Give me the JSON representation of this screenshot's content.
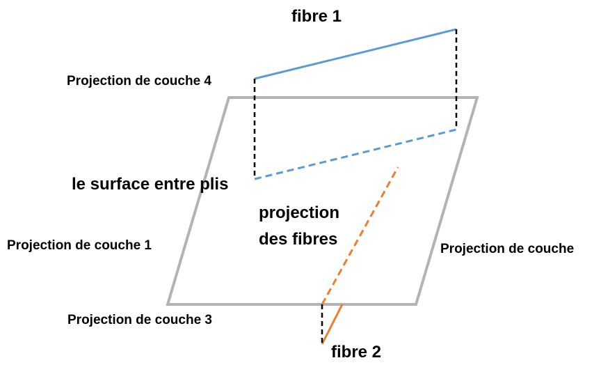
{
  "labels": {
    "fibre1": "fibre 1",
    "fibre2": "fibre 2",
    "layer4": "Projection de couche 4",
    "layer1": "Projection de couche 1",
    "layer2": "Projection de couche",
    "layer3": "Projection de couche 3",
    "interface": "le surface entre plis",
    "fibre_projection_line1": "projection",
    "fibre_projection_line2": "des fibres"
  },
  "colors": {
    "plane": "#b3b3b3",
    "fibre1": "#5b9bd5",
    "fibre2": "#ed7d31",
    "projector": "#000000",
    "text": "#000000"
  }
}
